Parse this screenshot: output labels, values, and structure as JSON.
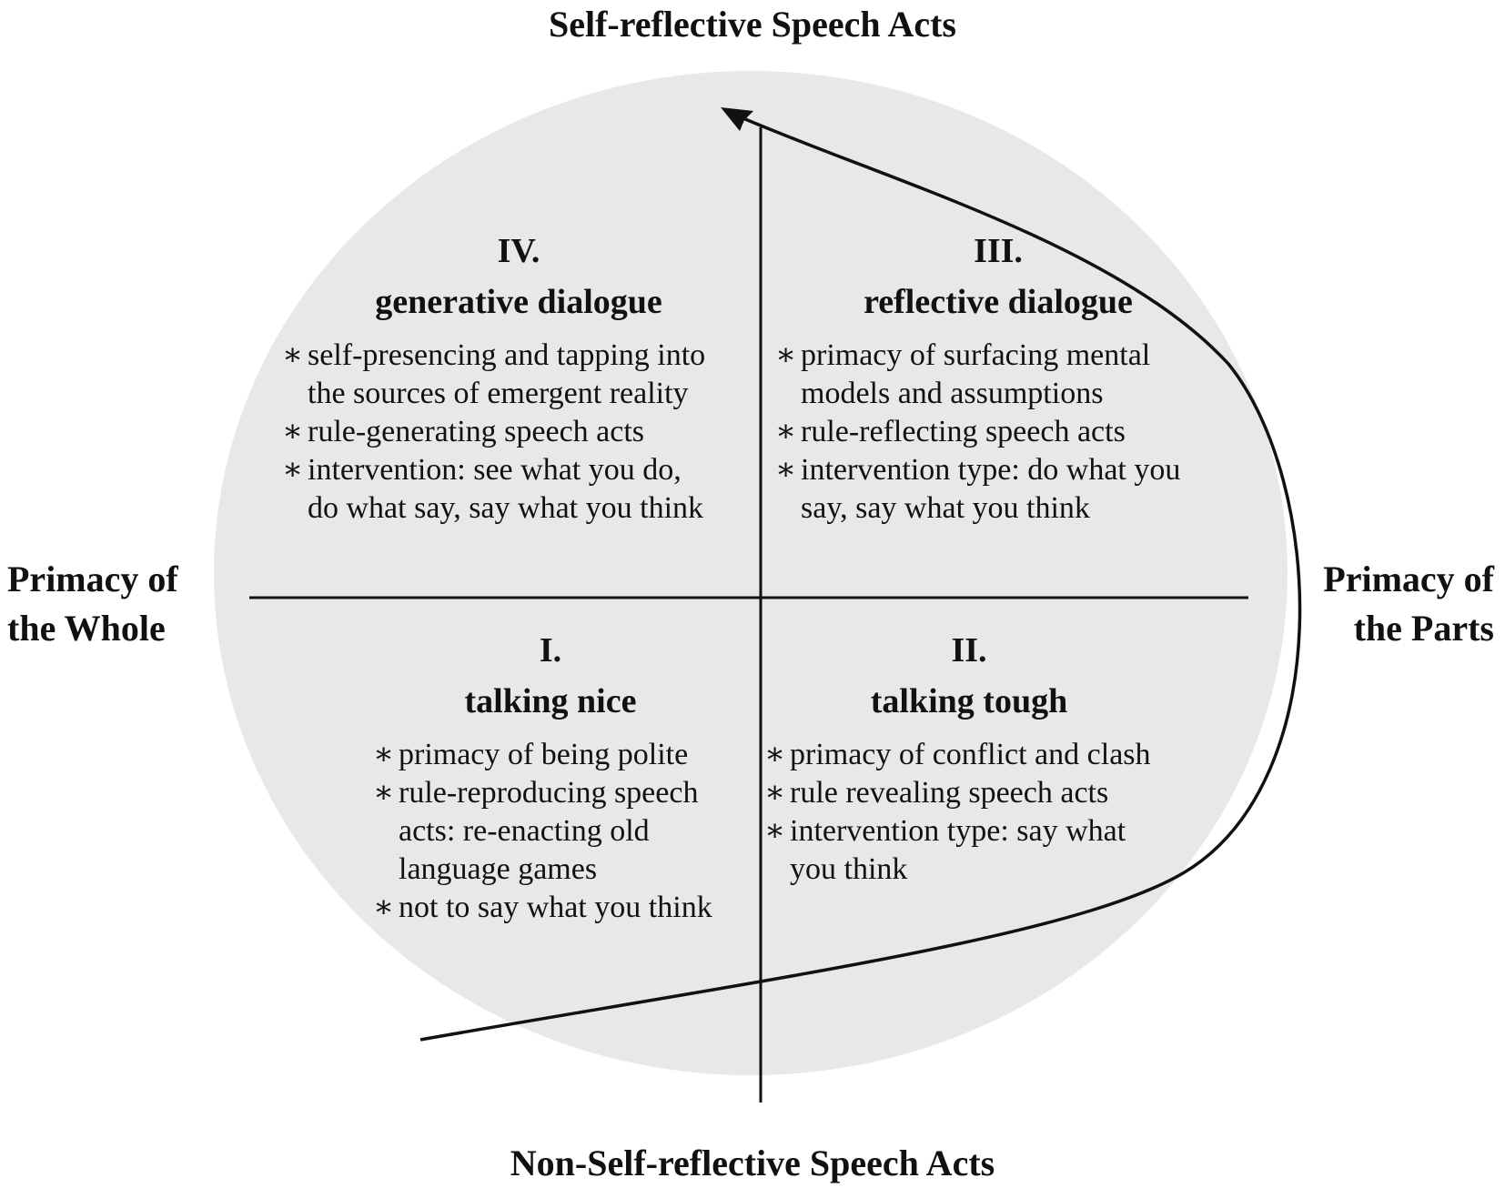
{
  "axes": {
    "top": "Self-reflective Speech Acts",
    "bottom": "Non-Self-reflective Speech Acts",
    "left": [
      "Primacy of",
      "the Whole"
    ],
    "right": [
      "Primacy of",
      "the Parts"
    ]
  },
  "quadrants": {
    "q4": {
      "numeral": "IV.",
      "title": "generative dialogue",
      "items": [
        "self-presencing and tapping into",
        "the sources of emergent reality",
        "rule-generating speech acts",
        "intervention: see what you do,",
        "do what say, say what you think"
      ],
      "bullets": [
        true,
        false,
        true,
        true,
        false
      ]
    },
    "q3": {
      "numeral": "III.",
      "title": "reflective dialogue",
      "items": [
        "primacy of surfacing mental",
        "models and assumptions",
        "rule-reflecting speech acts",
        "intervention type: do what you",
        "say, say what you think"
      ],
      "bullets": [
        true,
        false,
        true,
        true,
        false
      ]
    },
    "q1": {
      "numeral": "I.",
      "title": "talking nice",
      "items": [
        "primacy of being polite",
        "rule-reproducing speech",
        "acts: re-enacting old",
        "language games",
        "not to say what you think"
      ],
      "bullets": [
        true,
        true,
        false,
        false,
        true
      ]
    },
    "q2": {
      "numeral": "II.",
      "title": "talking tough",
      "items": [
        "primacy of conflict and clash",
        "rule revealing speech acts",
        "intervention type: say what",
        "you think"
      ],
      "bullets": [
        true,
        true,
        true,
        false
      ]
    }
  },
  "colors": {
    "circle_fill": "#e8e8e8",
    "line": "#111111",
    "text": "#111111"
  }
}
